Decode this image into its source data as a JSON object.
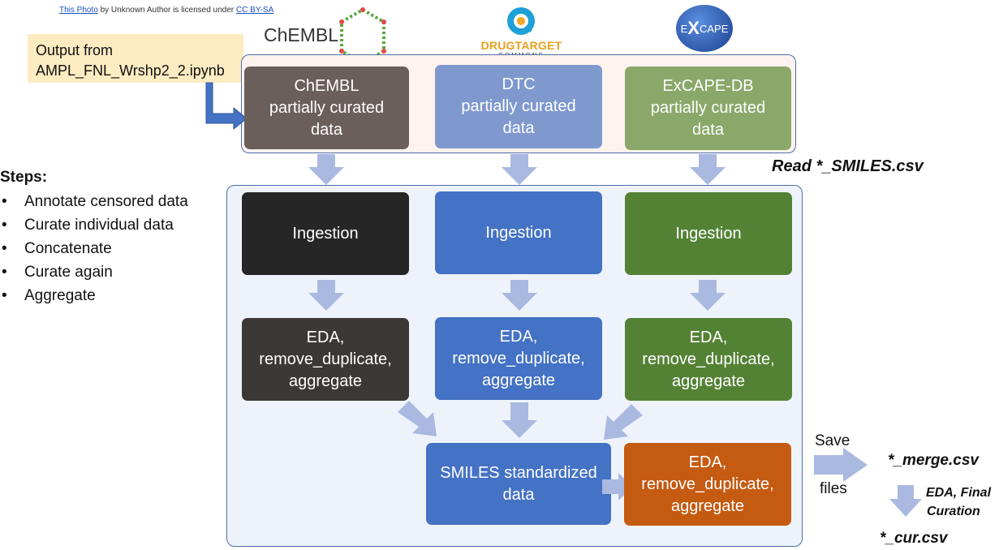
{
  "credit": {
    "link1": "This Photo",
    "middle": " by Unknown Author is licensed under ",
    "link2": "CC BY-SA"
  },
  "logos": {
    "chembl": "ChEMBL",
    "dtc_main": "DRUGTARGET",
    "dtc_sub": "COMMONS",
    "excape_e": "E",
    "excape_x": "X",
    "excape_rest": "CAPE"
  },
  "note": {
    "line1": "Output from",
    "line2": "AMPL_FNL_Wrshp2_2.ipynb"
  },
  "sources": [
    {
      "l1": "ChEMBL",
      "l2": "partially curated",
      "l3": "data"
    },
    {
      "l1": "DTC",
      "l2": "partially curated",
      "l3": "data"
    },
    {
      "l1": "ExCAPE-DB",
      "l2": "partially curated",
      "l3": "data"
    }
  ],
  "read_label": "Read *_SMILES.csv",
  "steps": {
    "title": "Steps:",
    "items": [
      "Annotate censored data",
      "Curate individual data",
      "Concatenate",
      "Curate again",
      "Aggregate"
    ]
  },
  "ingestion": [
    "Ingestion",
    "Ingestion",
    "Ingestion"
  ],
  "eda": {
    "l1": "EDA,",
    "l2": "remove_duplicate,",
    "l3": "aggregate"
  },
  "smiles": {
    "l1": "SMILES standardized",
    "l2": "data"
  },
  "final_eda": {
    "l1": "EDA,",
    "l2": "remove_duplicate,",
    "l3": "aggregate"
  },
  "save": {
    "l1": "Save",
    "l2": "files"
  },
  "merge_file": "*_merge.csv",
  "final_step": {
    "l1": "EDA, Final",
    "l2": "Curation"
  },
  "cur_file": "*_cur.csv",
  "colors": {
    "chembl_source": "#6b5f5b",
    "dtc_source": "#7f99cf",
    "excape_source": "#8aa869",
    "chembl_dark": "#262626",
    "dtc_blue": "#4472c4",
    "excape_green": "#548235",
    "chembl_eda": "#3b3836",
    "final_orange": "#c55a11",
    "note_bg": "#fdebc1",
    "arrow": "#a9b9e0",
    "panel_bg": "#eef3fb"
  }
}
